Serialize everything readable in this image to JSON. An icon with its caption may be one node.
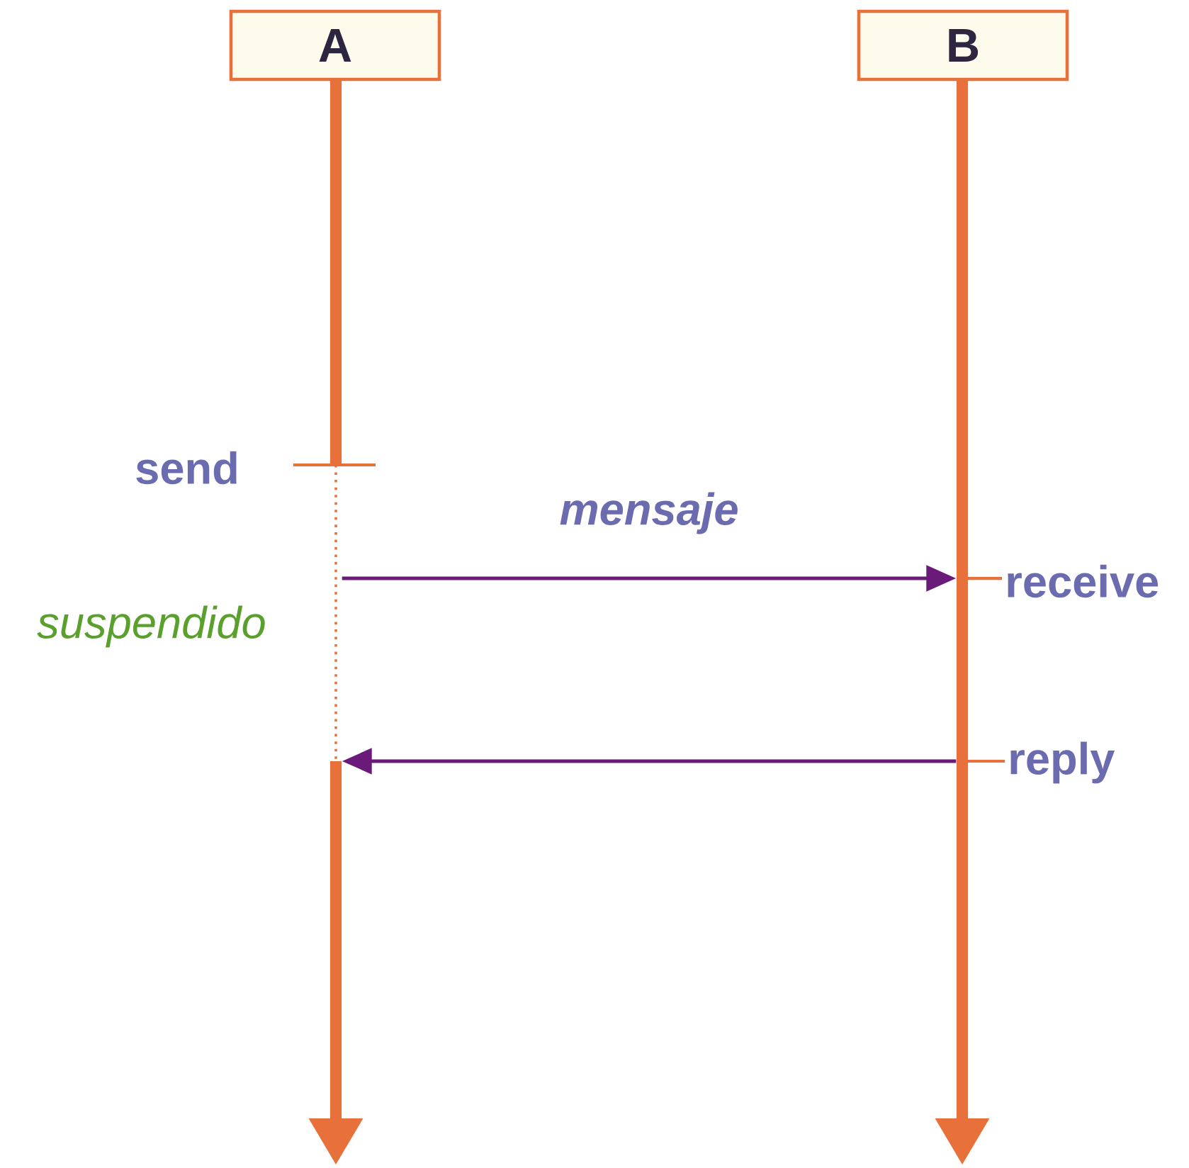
{
  "diagram": {
    "nodes": [
      {
        "text": [
          "A"
        ]
      },
      {
        "text": [
          "B"
        ]
      },
      {
        "text": [],
        "shape": "bar"
      },
      {
        "text": [],
        "shape": "bar"
      }
    ],
    "edges": [
      {
        "from": 2,
        "to": 3,
        "arrow": "to",
        "label": "mensaje"
      },
      {
        "from": 3,
        "to": 2,
        "arrow": "to"
      }
    ],
    "labels": [
      "send",
      "receive",
      "suspendido",
      "reply"
    ]
  }
}
